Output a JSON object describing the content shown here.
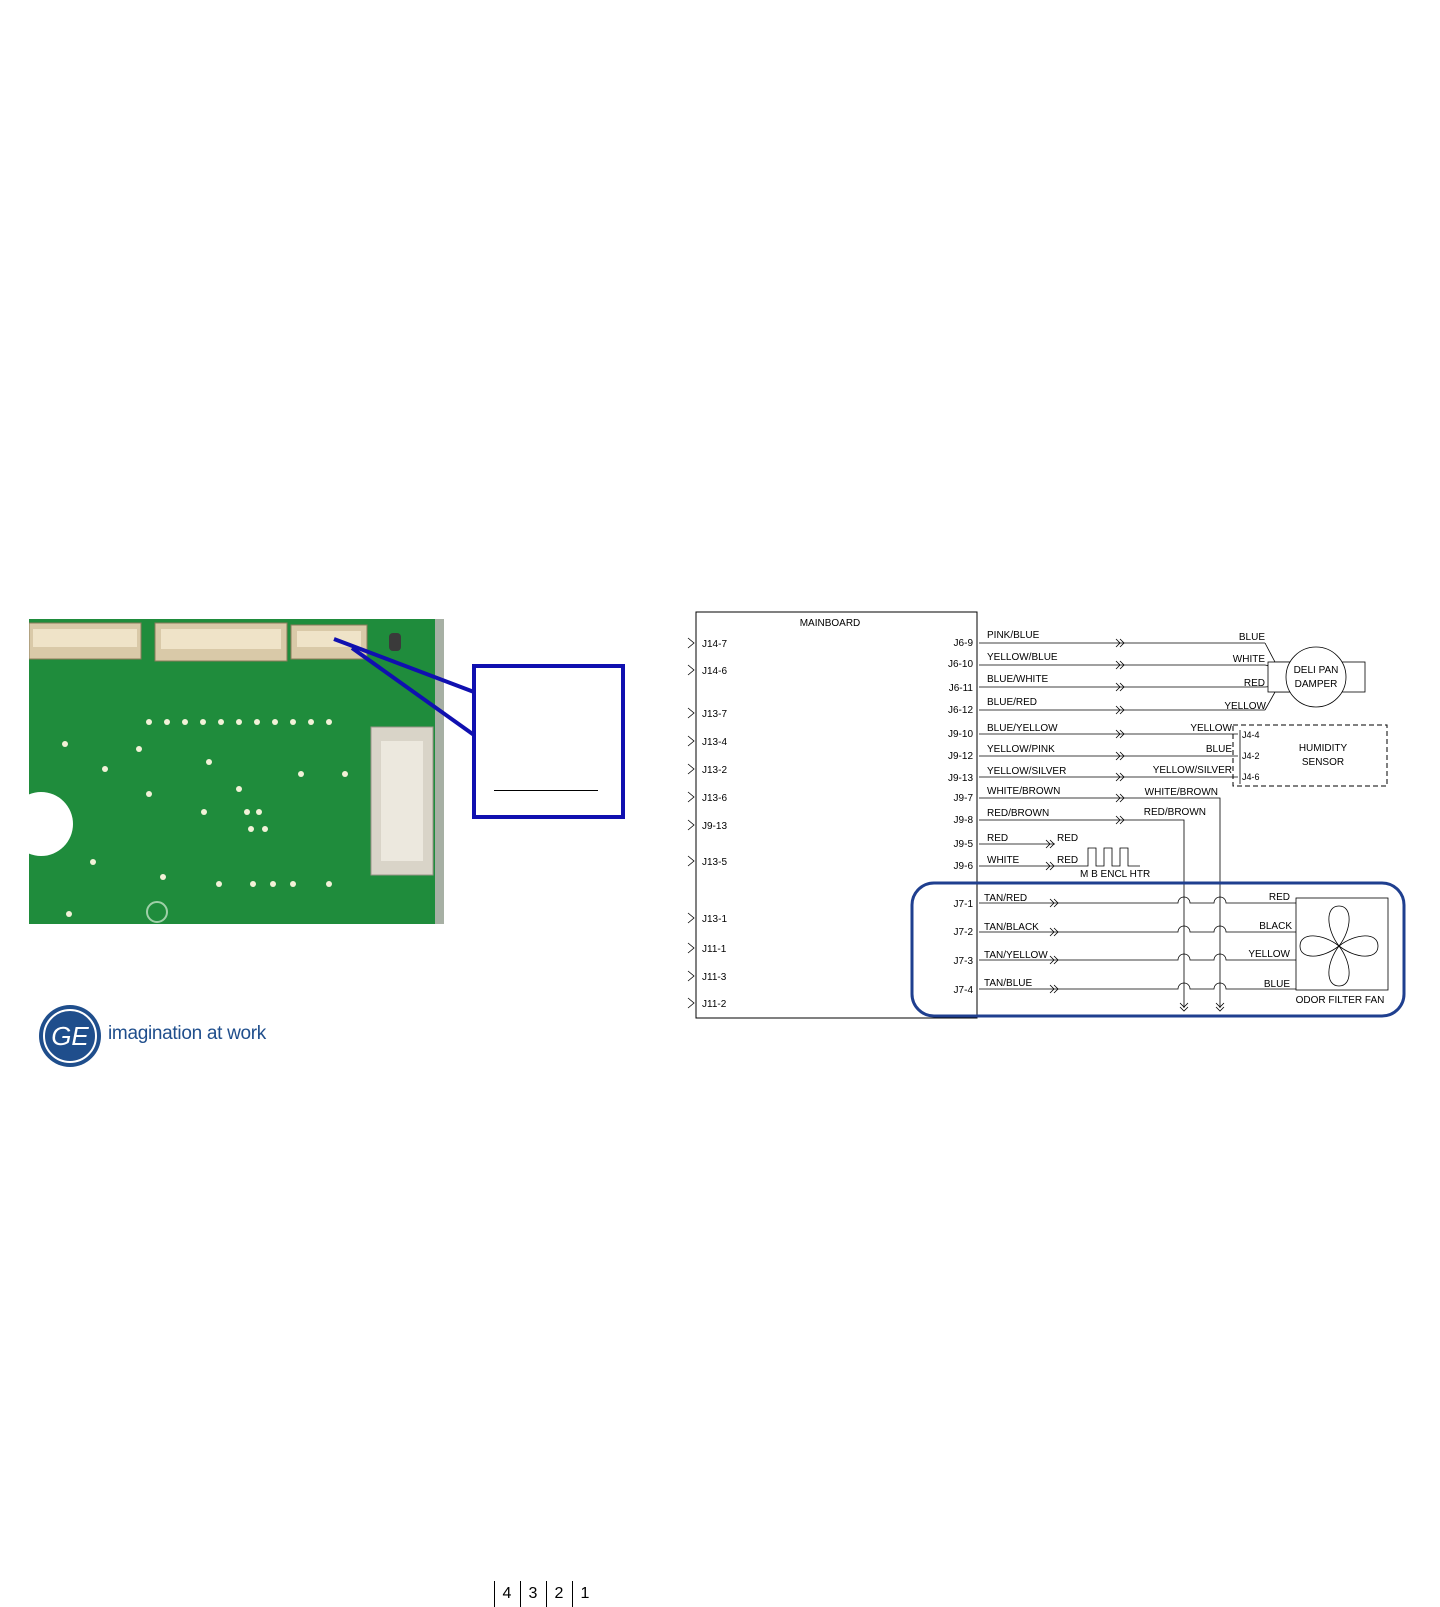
{
  "connector_pins": [
    "4",
    "3",
    "2",
    "1"
  ],
  "schematic": {
    "board_title": "MAINBOARD",
    "left_pins": [
      "J14-7",
      "J14-6",
      "J13-7",
      "J13-4",
      "J13-2",
      "J13-6",
      "J9-13",
      "J13-5",
      "J13-1",
      "J11-1",
      "J11-3",
      "J11-2"
    ],
    "right_pins": [
      "J6-9",
      "J6-10",
      "J6-11",
      "J6-12",
      "J9-10",
      "J9-12",
      "J9-13",
      "J9-7",
      "J9-8",
      "J9-5",
      "J9-6",
      "J7-1",
      "J7-2",
      "J7-3",
      "J7-4"
    ],
    "wires_board_side": [
      "PINK/BLUE",
      "YELLOW/BLUE",
      "BLUE/WHITE",
      "BLUE/RED",
      "BLUE/YELLOW",
      "YELLOW/PINK",
      "YELLOW/SILVER",
      "WHITE/BROWN",
      "RED/BROWN",
      "RED",
      "WHITE",
      "TAN/RED",
      "TAN/BLACK",
      "TAN/YELLOW",
      "TAN/BLUE"
    ],
    "damper_wires": [
      "BLUE",
      "WHITE",
      "RED",
      "YELLOW"
    ],
    "humidity_wires": [
      "YELLOW",
      "BLUE",
      "YELLOW/SILVER"
    ],
    "humidity_pins": [
      "J4-4",
      "J4-2",
      "J4-6"
    ],
    "extra_wires": [
      "WHITE/BROWN",
      "RED/BROWN",
      "RED",
      "RED"
    ],
    "fan_wires": [
      "RED",
      "BLACK",
      "YELLOW",
      "BLUE"
    ],
    "components": {
      "damper_line1": "DELI PAN",
      "damper_line2": "DAMPER",
      "humidity_line1": "HUMIDITY",
      "humidity_line2": "SENSOR",
      "heater": "M B ENCL HTR",
      "fan": "ODOR FILTER FAN"
    }
  },
  "logo": {
    "monogram": "GE",
    "tagline": "imagination at work"
  },
  "colors": {
    "callout_blue": "#1010b0",
    "highlight_blue": "#1f3f8f",
    "board_green": "#1e8a3a",
    "logo_blue": "#1f4e8c"
  }
}
